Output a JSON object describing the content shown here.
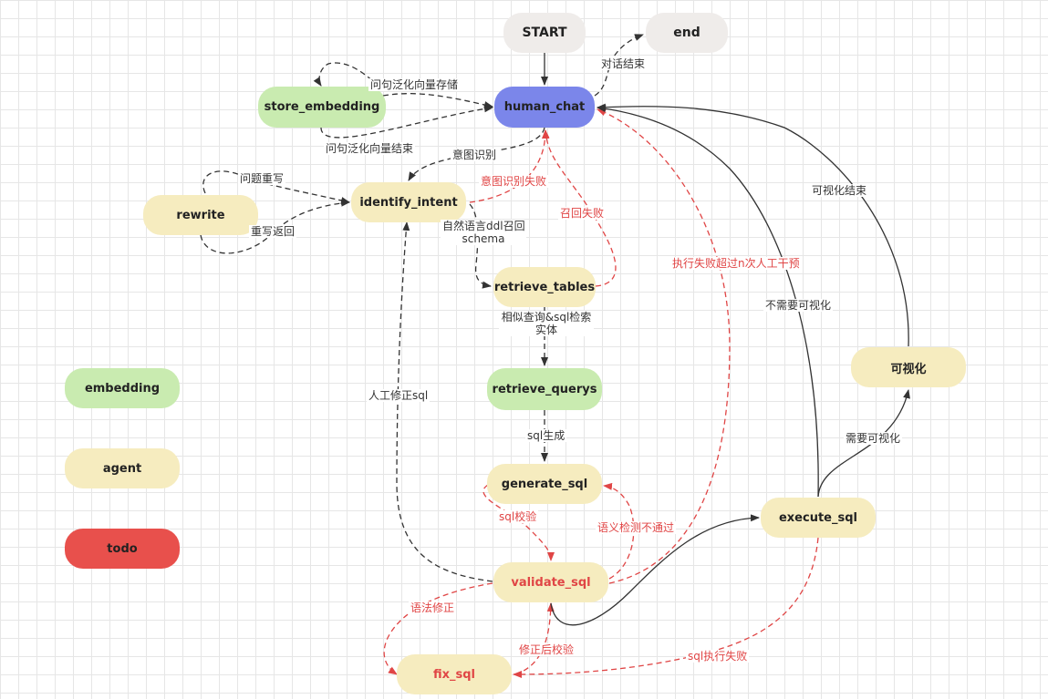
{
  "nodes": {
    "start": "START",
    "end": "end",
    "human_chat": "human_chat",
    "store_embedding": "store_embedding",
    "identify_intent": "identify_intent",
    "rewrite": "rewrite",
    "retrieve_tables": "retrieve_tables",
    "retrieve_querys": "retrieve_querys",
    "generate_sql": "generate_sql",
    "validate_sql": "validate_sql",
    "fix_sql": "fix_sql",
    "execute_sql": "execute_sql",
    "visualize": "可视化"
  },
  "legend": {
    "embedding": "embedding",
    "agent": "agent",
    "todo": "todo"
  },
  "edges": {
    "dialog_end": "对话结束",
    "store_vec": "问句泛化向量存储",
    "store_vec_end": "问句泛化向量结束",
    "intent_recognition": "意图识别",
    "intent_fail": "意图识别失败",
    "question_rewrite": "问题重写",
    "rewrite_return": "重写返回",
    "nl_ddl_line1": "自然语言ddl召回",
    "nl_ddl_line2": "schema",
    "recall_fail": "召回失败",
    "similar_query_line1": "相似查询&sql检索",
    "similar_query_line2": "实体",
    "sql_generate": "sql生成",
    "sql_check": "sql校验",
    "semantic_fail": "语义检测不通过",
    "manual_fix": "人工修正sql",
    "syntax_fix": "语法修正",
    "recheck": "修正后校验",
    "sql_exec_fail": "sql执行失败",
    "exec_fail_human": "执行失败超过n次人工干预",
    "no_visual": "不需要可视化",
    "need_visual": "需要可视化",
    "visual_end": "可视化结束"
  },
  "colors": {
    "agent": "#f6ecbf",
    "embedding": "#c9ebb0",
    "todo": "#e8504c",
    "human_chat": "#7b86ea",
    "terminal": "#efecea",
    "error_edge": "#e04545",
    "edge": "#333333"
  }
}
